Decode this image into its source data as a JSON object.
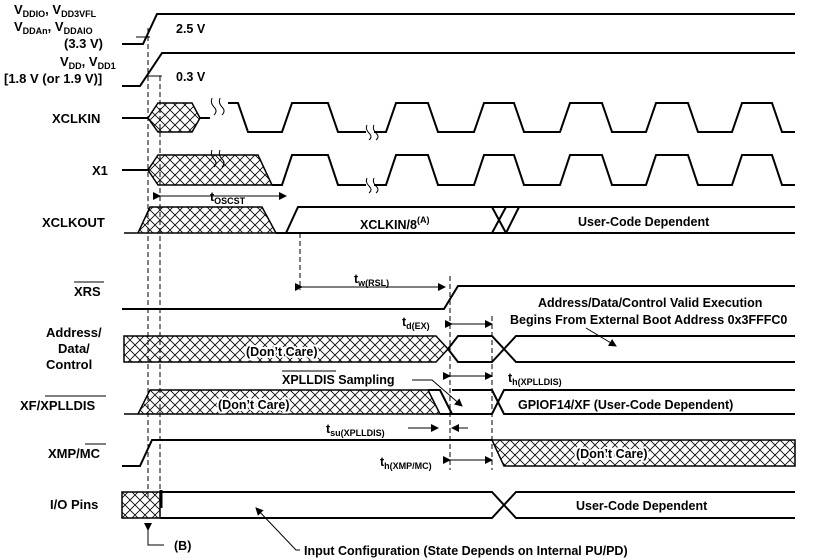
{
  "signals": {
    "vddio_line1": "V",
    "vddio_sub1": "DDIO",
    "vddio_sep": ", V",
    "vddio_sub2": "DD3VFL",
    "vddio_line2": "V",
    "vddio_sub3": "DDAn",
    "vddio_sep2": ", V",
    "vddio_sub4": "DDAIO",
    "vddio_line3": "(3.3 V)",
    "vdd_line1": "V",
    "vdd_sub1": "DD",
    "vdd_sep": ", V",
    "vdd_sub2": "DD1",
    "vdd_line2": "[1.8 V (or 1.9 V)]",
    "xclkin": "XCLKIN",
    "x1": "X1",
    "xclkout": "XCLKOUT",
    "xrs": "XRS",
    "addr1": "Address/",
    "addr2": "Data/",
    "addr3": "Control",
    "xf_a": "XF/",
    "xf_b": "XPLLDIS",
    "xmp_a": "XMP/",
    "xmp_b": "MC",
    "io": "I/O Pins"
  },
  "annotations": {
    "v25": "2.5 V",
    "v03": "0.3 V",
    "toscst_t": "t",
    "toscst_sub": "OSCST",
    "xclkin8": "XCLKIN/8",
    "xclkin8_sup": "(A)",
    "user_code": "User-Code Dependent",
    "twrsl_t": "t",
    "twrsl_sub": "w(RSL)",
    "addr_valid_1": "Address/Data/Control Valid  Execution",
    "addr_valid_2": "Begins From External Boot Address 0x3FFFC0",
    "tdex_t": "t",
    "tdex_sub": "d(EX)",
    "dont_care": "(Don’t Care)",
    "xplldis_sampling_over": "XPLLDIS",
    "xplldis_sampling_rest": " Sampling",
    "thxplldis_t": "t",
    "thxplldis_sub": "h(XPLLDIS)",
    "gpio": "GPIOF14/XF (User-Code Dependent)",
    "tsu_t": "t",
    "tsu_sub": "su(XPLLDIS)",
    "thxmp_t": "t",
    "thxmp_sub": "h(XMP/MC)",
    "user_code_io": "User-Code Dependent",
    "note_b": "(B)",
    "input_config": "Input Configuration (State Depends on Internal PU/PD)"
  }
}
